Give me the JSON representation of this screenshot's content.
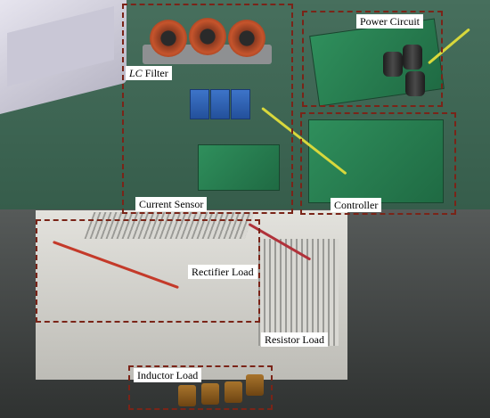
{
  "labels": {
    "lc_filter_abbrev": "LC",
    "lc_filter_word": "Filter",
    "power_circuit": "Power Circuit",
    "current_sensor": "Current Sensor",
    "controller": "Controller",
    "rectifier_load": "Rectifier Load",
    "resistor_load": "Resistor Load",
    "inductor_load": "Inductor Load"
  },
  "colors": {
    "annotation_border": "#7a2418",
    "label_background": "#ffffff",
    "label_text": "#000000"
  }
}
